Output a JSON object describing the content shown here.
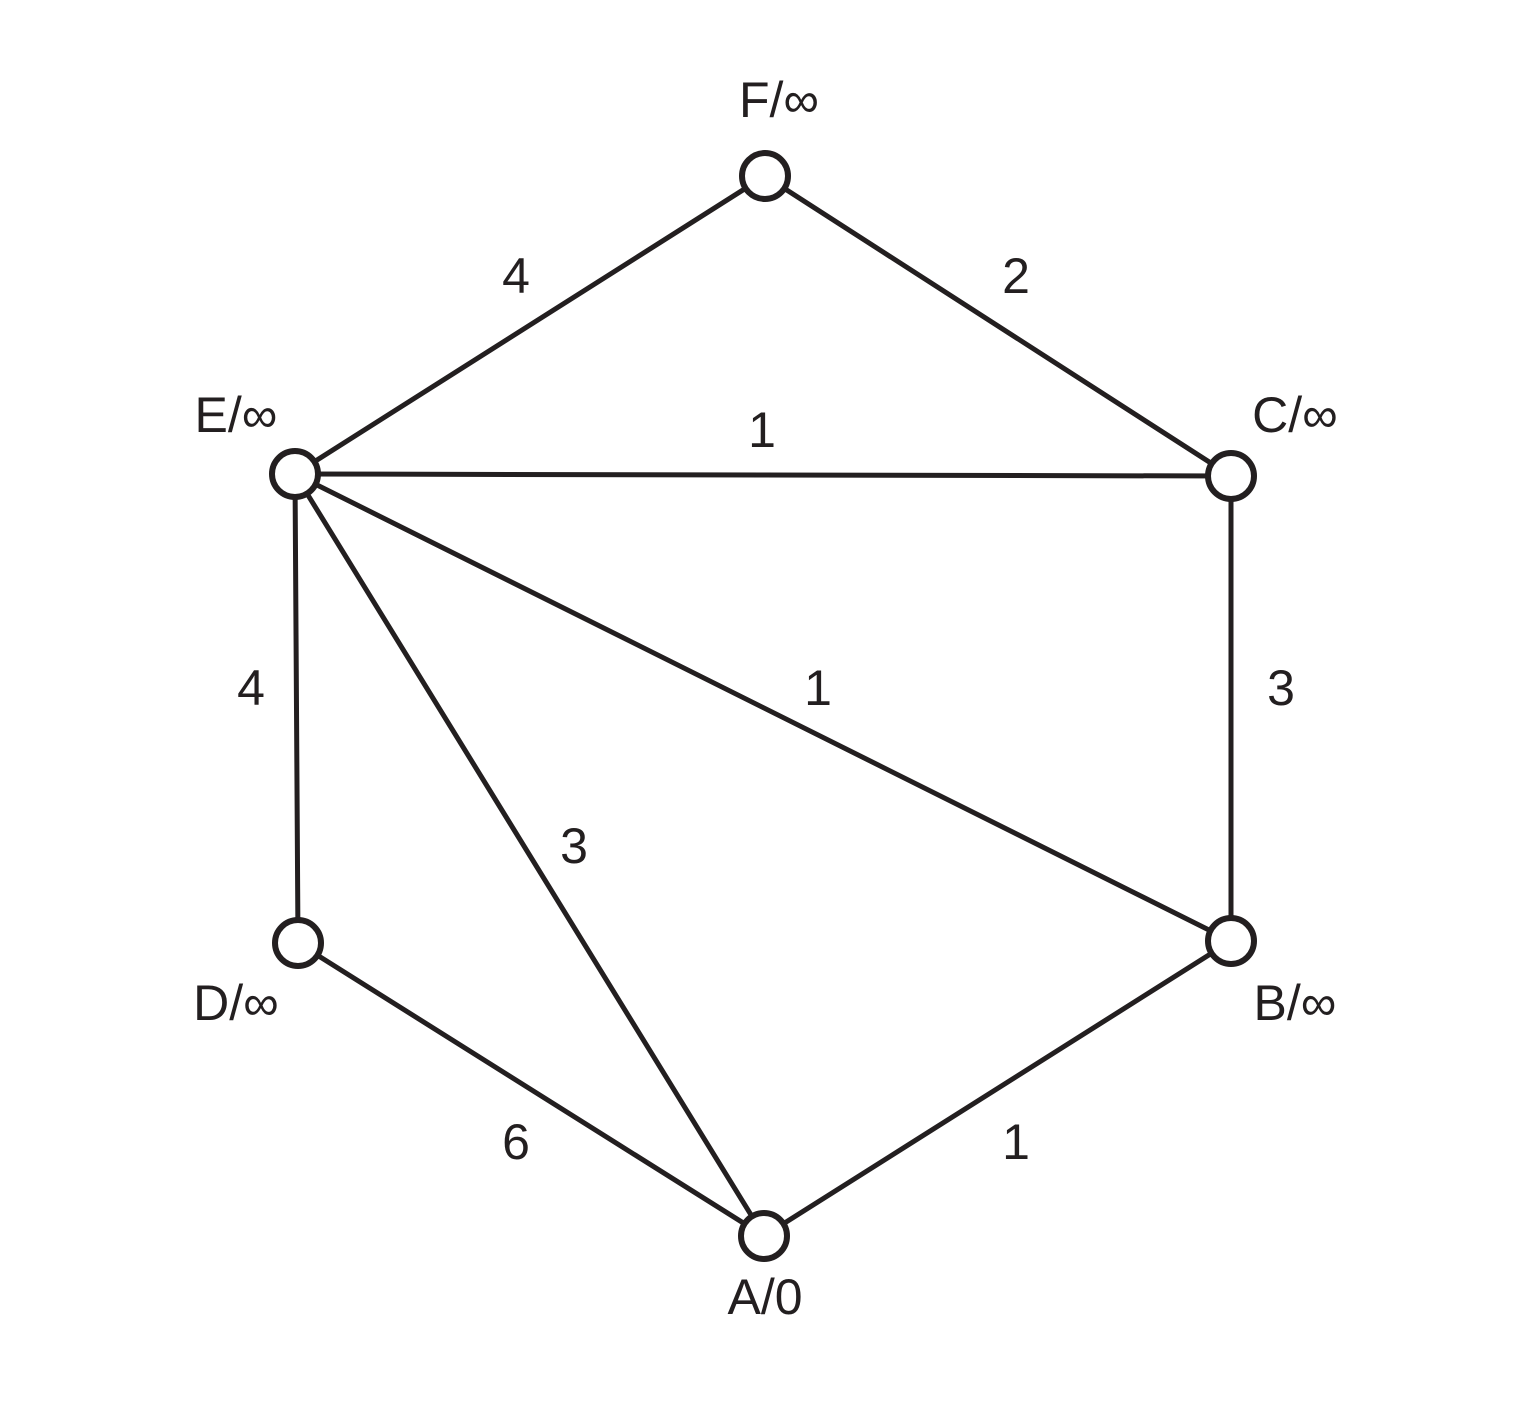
{
  "graph": {
    "nodes": [
      {
        "id": "A",
        "label": "A/0"
      },
      {
        "id": "B",
        "label": "B/∞"
      },
      {
        "id": "C",
        "label": "C/∞"
      },
      {
        "id": "D",
        "label": "D/∞"
      },
      {
        "id": "E",
        "label": "E/∞"
      },
      {
        "id": "F",
        "label": "F/∞"
      }
    ],
    "edges": [
      {
        "from": "E",
        "to": "F",
        "weight": "4"
      },
      {
        "from": "F",
        "to": "C",
        "weight": "2"
      },
      {
        "from": "E",
        "to": "C",
        "weight": "1"
      },
      {
        "from": "E",
        "to": "D",
        "weight": "4"
      },
      {
        "from": "E",
        "to": "B",
        "weight": "1"
      },
      {
        "from": "C",
        "to": "B",
        "weight": "3"
      },
      {
        "from": "E",
        "to": "A",
        "weight": "3"
      },
      {
        "from": "D",
        "to": "A",
        "weight": "6"
      },
      {
        "from": "A",
        "to": "B",
        "weight": "1"
      }
    ]
  }
}
